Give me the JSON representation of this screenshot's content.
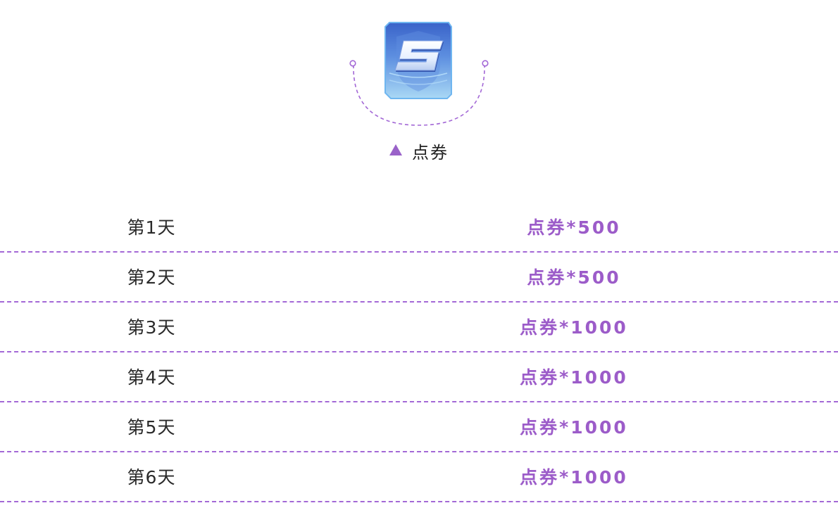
{
  "reward": {
    "icon": "coupon-s-icon",
    "label": "点券",
    "accent_color": "#9c5cc9"
  },
  "rows": [
    {
      "day": "第1天",
      "prize": "点券*500"
    },
    {
      "day": "第2天",
      "prize": "点券*500"
    },
    {
      "day": "第3天",
      "prize": "点券*1000"
    },
    {
      "day": "第4天",
      "prize": "点券*1000"
    },
    {
      "day": "第5天",
      "prize": "点券*1000"
    },
    {
      "day": "第6天",
      "prize": "点券*1000"
    }
  ]
}
